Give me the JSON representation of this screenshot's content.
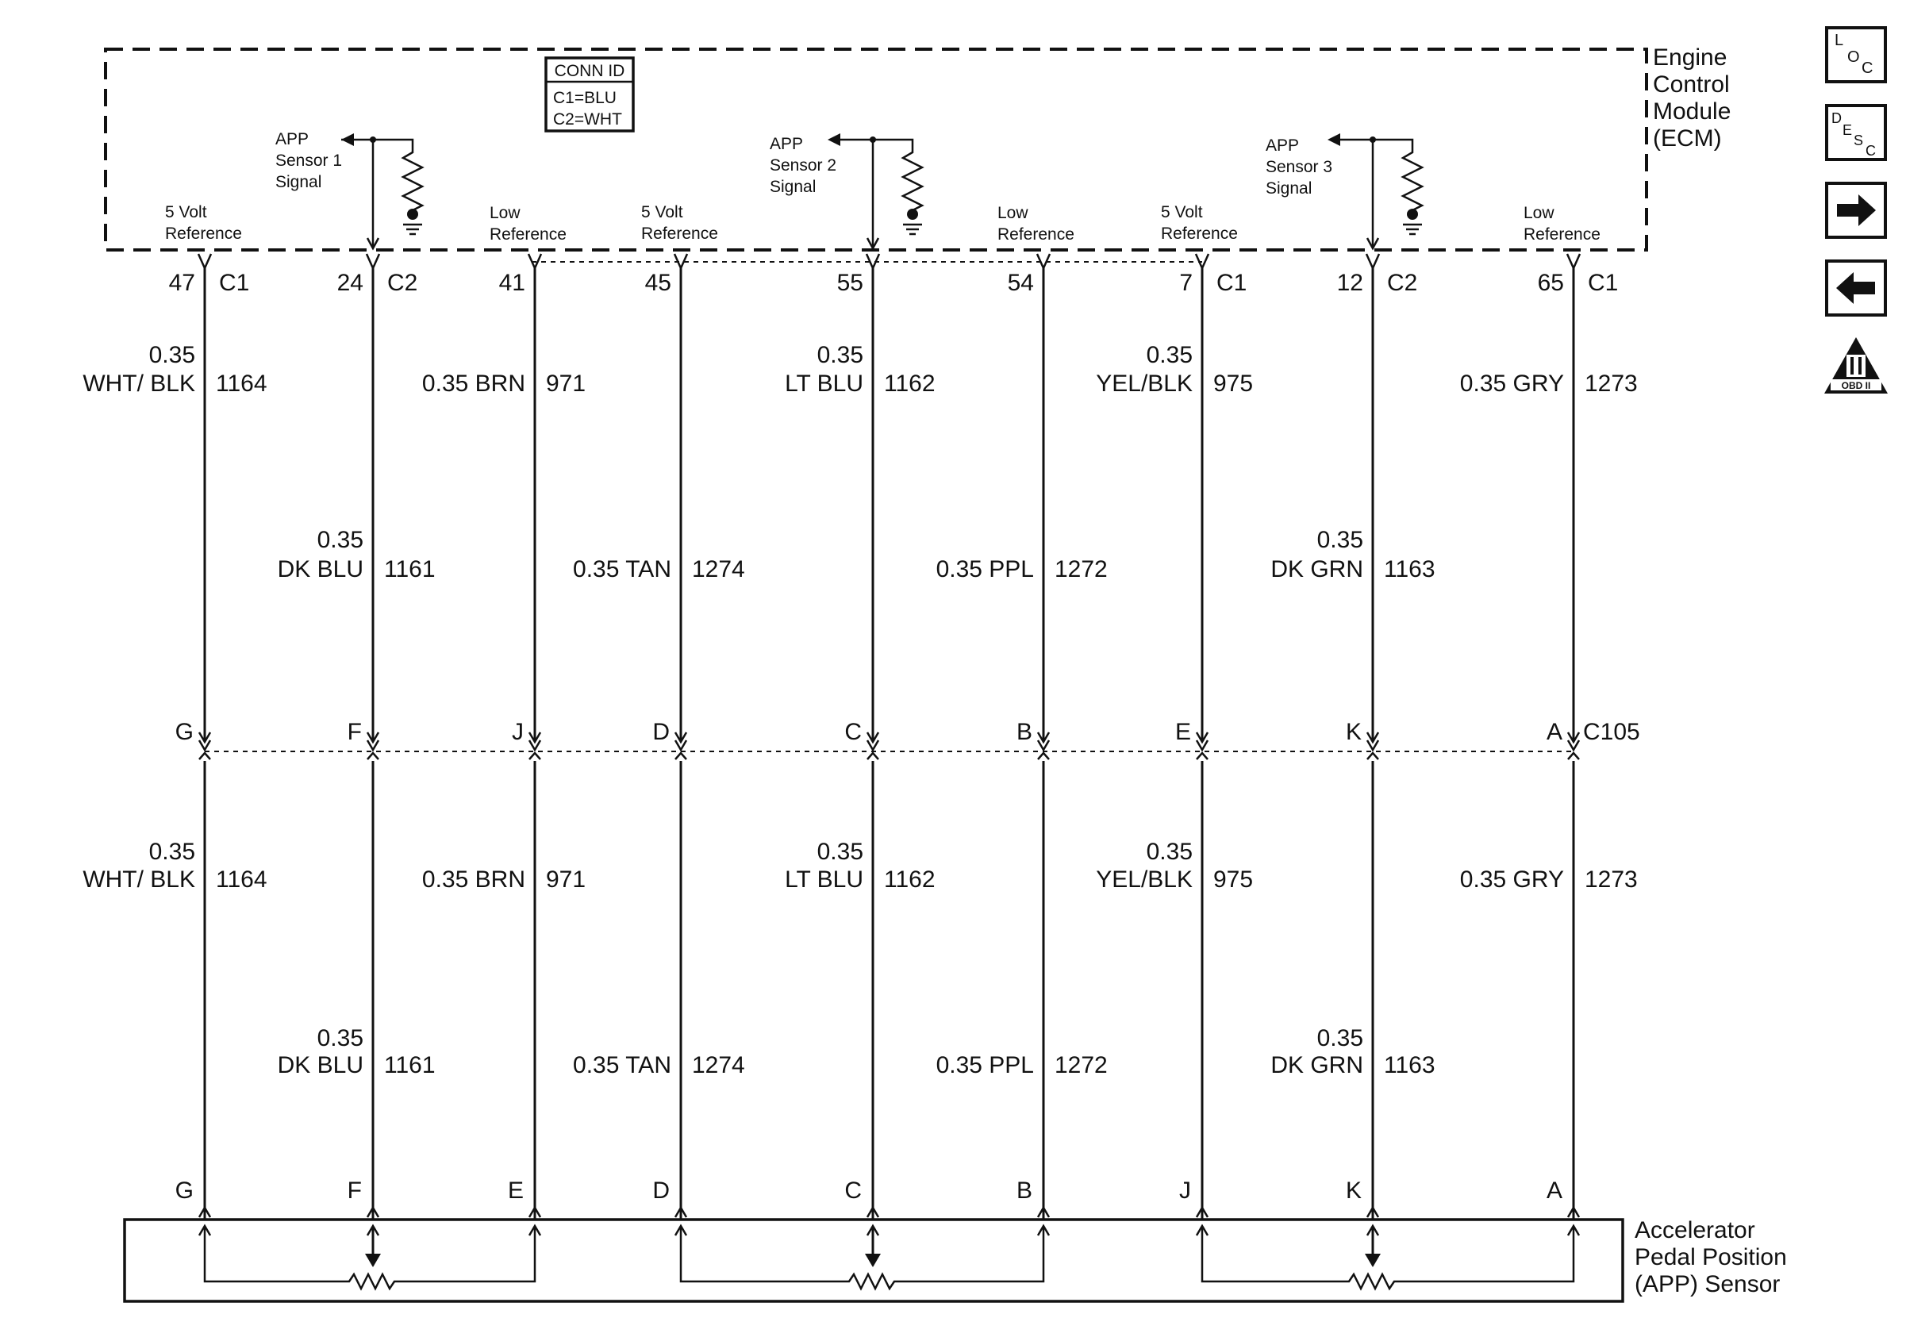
{
  "ecm": {
    "label": [
      "Engine",
      "Control",
      "Module",
      "(ECM)"
    ],
    "conn_id": {
      "title": "CONN ID",
      "c1": "C1=BLU",
      "c2": "C2=WHT"
    },
    "sensor1": [
      "APP",
      "Sensor 1",
      "Signal"
    ],
    "sensor2": [
      "APP",
      "Sensor 2",
      "Signal"
    ],
    "sensor3": [
      "APP",
      "Sensor 3",
      "Signal"
    ],
    "ref_5v": [
      "5 Volt",
      "Reference"
    ],
    "ref_low": [
      "Low",
      "Reference"
    ]
  },
  "inline_connector": "C105",
  "app_sensor": {
    "label": [
      "Accelerator",
      "Pedal Position",
      "(APP) Sensor"
    ]
  },
  "nav_icons": [
    {
      "name": "loc-icon",
      "text": "LOC"
    },
    {
      "name": "desc-icon",
      "text": "DESC"
    },
    {
      "name": "next-arrow-icon",
      "text": ""
    },
    {
      "name": "prev-arrow-icon",
      "text": ""
    },
    {
      "name": "obd-ii-icon",
      "text": "OBD II"
    }
  ],
  "circuits": [
    {
      "pin": "47",
      "conn": "C1",
      "c105": "G",
      "sensor_pin": "G",
      "color1": "0.35",
      "color2": "WHT/ BLK",
      "num": "1164"
    },
    {
      "pin": "24",
      "conn": "C2",
      "c105": "F",
      "sensor_pin": "F",
      "color1": "0.35",
      "color2": "DK BLU",
      "num": "1161"
    },
    {
      "pin": "41",
      "conn": "",
      "c105": "J",
      "sensor_pin": "E",
      "color1": "",
      "color2": "0.35 BRN",
      "num": "971"
    },
    {
      "pin": "45",
      "conn": "",
      "c105": "D",
      "sensor_pin": "D",
      "color1": "",
      "color2": "0.35 TAN",
      "num": "1274"
    },
    {
      "pin": "55",
      "conn": "",
      "c105": "C",
      "sensor_pin": "C",
      "color1": "0.35",
      "color2": "LT BLU",
      "num": "1162"
    },
    {
      "pin": "54",
      "conn": "",
      "c105": "B",
      "sensor_pin": "B",
      "color1": "",
      "color2": "0.35 PPL",
      "num": "1272"
    },
    {
      "pin": "7",
      "conn": "C1",
      "c105": "E",
      "sensor_pin": "J",
      "color1": "0.35",
      "color2": "YEL/BLK",
      "num": "975"
    },
    {
      "pin": "12",
      "conn": "C2",
      "c105": "K",
      "sensor_pin": "K",
      "color1": "0.35",
      "color2": "DK GRN",
      "num": "1163"
    },
    {
      "pin": "65",
      "conn": "C1",
      "c105": "A",
      "sensor_pin": "A",
      "color1": "",
      "color2": "0.35 GRY",
      "num": "1273"
    }
  ]
}
